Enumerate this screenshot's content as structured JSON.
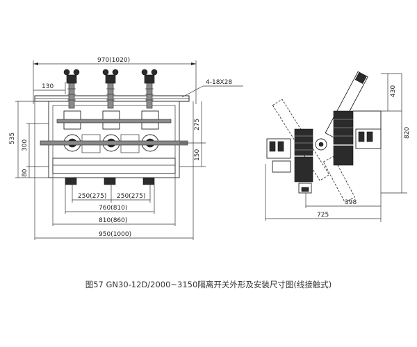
{
  "front_view": {
    "dim_top_overall": "970(1020)",
    "dim_left_offset": "130",
    "hole_callout": "4-18X28",
    "dim_height_total": "535",
    "dim_height_mid": "300",
    "dim_height_low": "80",
    "dim_right_upper": "275",
    "dim_right_lower": "150",
    "dim_phase_left": "250(275)",
    "dim_phase_right": "250(275)",
    "dim_width_760": "760(810)",
    "dim_width_810": "810(860)",
    "dim_width_950": "950(1000)"
  },
  "side_view": {
    "dim_top_right": "430",
    "dim_height_right": "820",
    "dim_bottom_inner": "398",
    "dim_bottom_overall": "725"
  },
  "caption": "图57 GN30-12D/2000~3150隔离开关外形及安装尺寸图(线接触式)"
}
